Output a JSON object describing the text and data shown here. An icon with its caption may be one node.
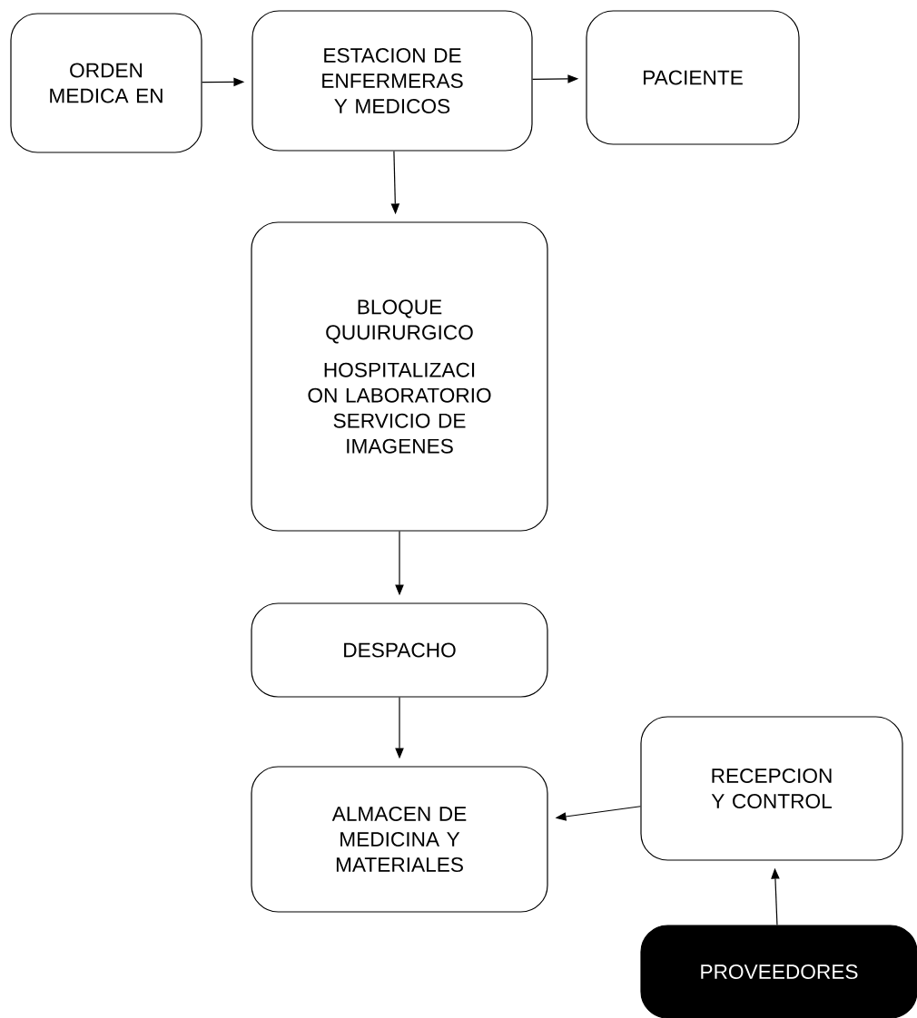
{
  "diagram": {
    "nodes": [
      {
        "text": [
          "ORDEN MEDICA EN"
        ]
      },
      {
        "text": [
          "ESTACION DE ENFERMERAS Y MEDICOS"
        ]
      },
      {
        "text": [
          "PACIENTE"
        ]
      },
      {
        "text": [
          "BLOQUE QUUIRURGICO",
          "HOSPITALIZACI ON LABORATORIO SERVICIO DE IMAGENES"
        ]
      },
      {
        "text": [
          "DESPACHO"
        ]
      },
      {
        "text": [
          "ALMACEN DE MEDICINA Y MATERIALES"
        ]
      },
      {
        "text": [
          "RECEPCION Y CONTROL"
        ]
      },
      {
        "text": [
          "PROVEEDORES"
        ]
      }
    ],
    "edges": [
      {
        "from": 0,
        "to": 1,
        "arrow": "to"
      },
      {
        "from": 1,
        "to": 2,
        "arrow": "to"
      },
      {
        "from": 1,
        "to": 3,
        "arrow": "to"
      },
      {
        "from": 3,
        "to": 4,
        "arrow": "to"
      },
      {
        "from": 4,
        "to": 5,
        "arrow": "to"
      },
      {
        "from": 6,
        "to": 5,
        "arrow": "to"
      },
      {
        "from": 7,
        "to": 6,
        "arrow": "to"
      }
    ]
  }
}
